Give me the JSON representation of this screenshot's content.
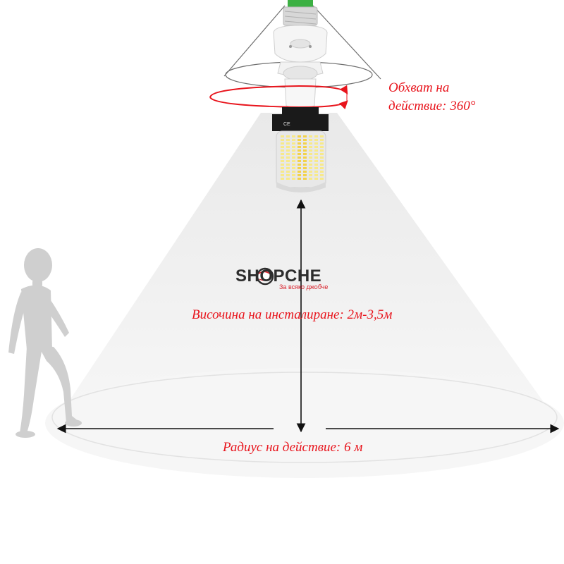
{
  "labels": {
    "rotation_line1": "Обхват на",
    "rotation_line2": "действие: 360°",
    "install_height": "Височина на инсталиране: 2м-3,5м",
    "detection_radius": "Радиус на действие: 6 м"
  },
  "brand": {
    "name": "SHOPCHE",
    "tagline": "За всяко джобче"
  },
  "bulb_print": {
    "mark": "CE"
  },
  "colors": {
    "annotation_text": "#e8141c",
    "arrow": "#111111",
    "light_cone": "#f3f3f3",
    "sensor_body": "#f5f5f5",
    "bulb_cap": "#1a1a1a",
    "led_chip": "#f7e98a",
    "person_silhouette": "#cfcfcf",
    "brand_text": "#2d2d2d",
    "brand_accent": "#d9232d",
    "socket_green": "#3cb043"
  },
  "icons": [
    "person-walking-icon",
    "pir-sensor-icon",
    "led-corn-bulb-icon",
    "rotation-arrow-icon"
  ]
}
